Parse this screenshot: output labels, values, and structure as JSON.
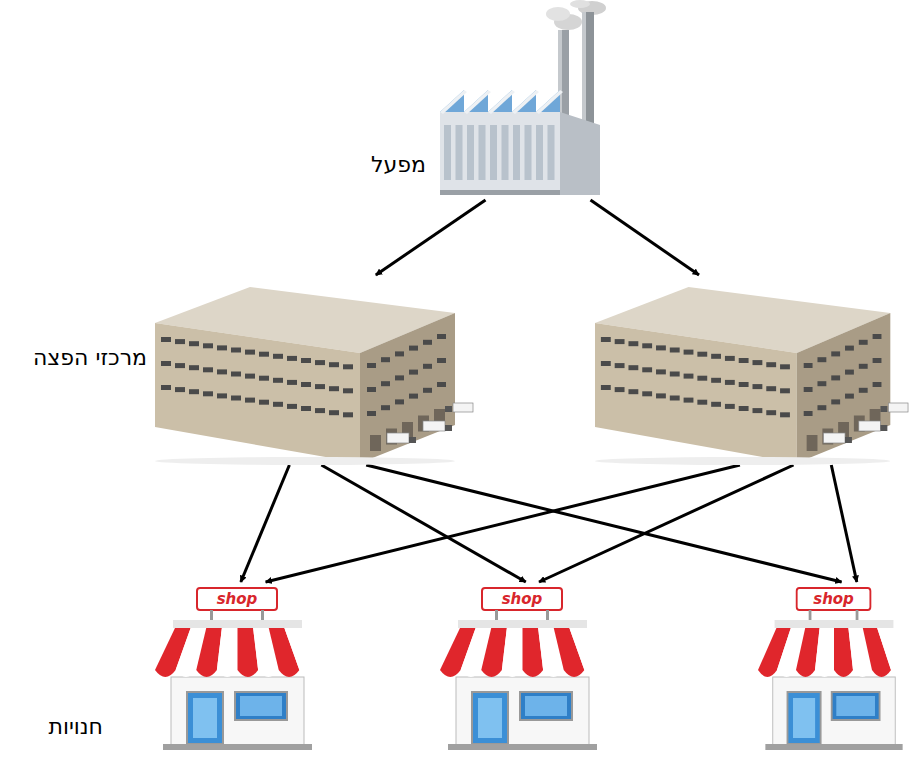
{
  "diagram": {
    "nodes": [
      {
        "text": [
          "מפעל"
        ]
      },
      {
        "text": [
          "מרכזי הפצה"
        ]
      },
      {
        "text": []
      },
      {
        "text": [
          "חנויות"
        ]
      },
      {
        "text": []
      },
      {
        "text": []
      }
    ],
    "edges": [
      {
        "from": 0,
        "to": 1,
        "arrow": "to"
      },
      {
        "from": 0,
        "to": 2,
        "arrow": "to"
      },
      {
        "from": 1,
        "to": 3,
        "arrow": "to"
      },
      {
        "from": 1,
        "to": 4,
        "arrow": "to"
      },
      {
        "from": 1,
        "to": 5,
        "arrow": "to"
      },
      {
        "from": 2,
        "to": 3,
        "arrow": "to"
      },
      {
        "from": 2,
        "to": 4,
        "arrow": "to"
      },
      {
        "from": 2,
        "to": 5,
        "arrow": "to"
      }
    ],
    "labels": [
      "shop",
      "shop",
      "shop"
    ]
  }
}
